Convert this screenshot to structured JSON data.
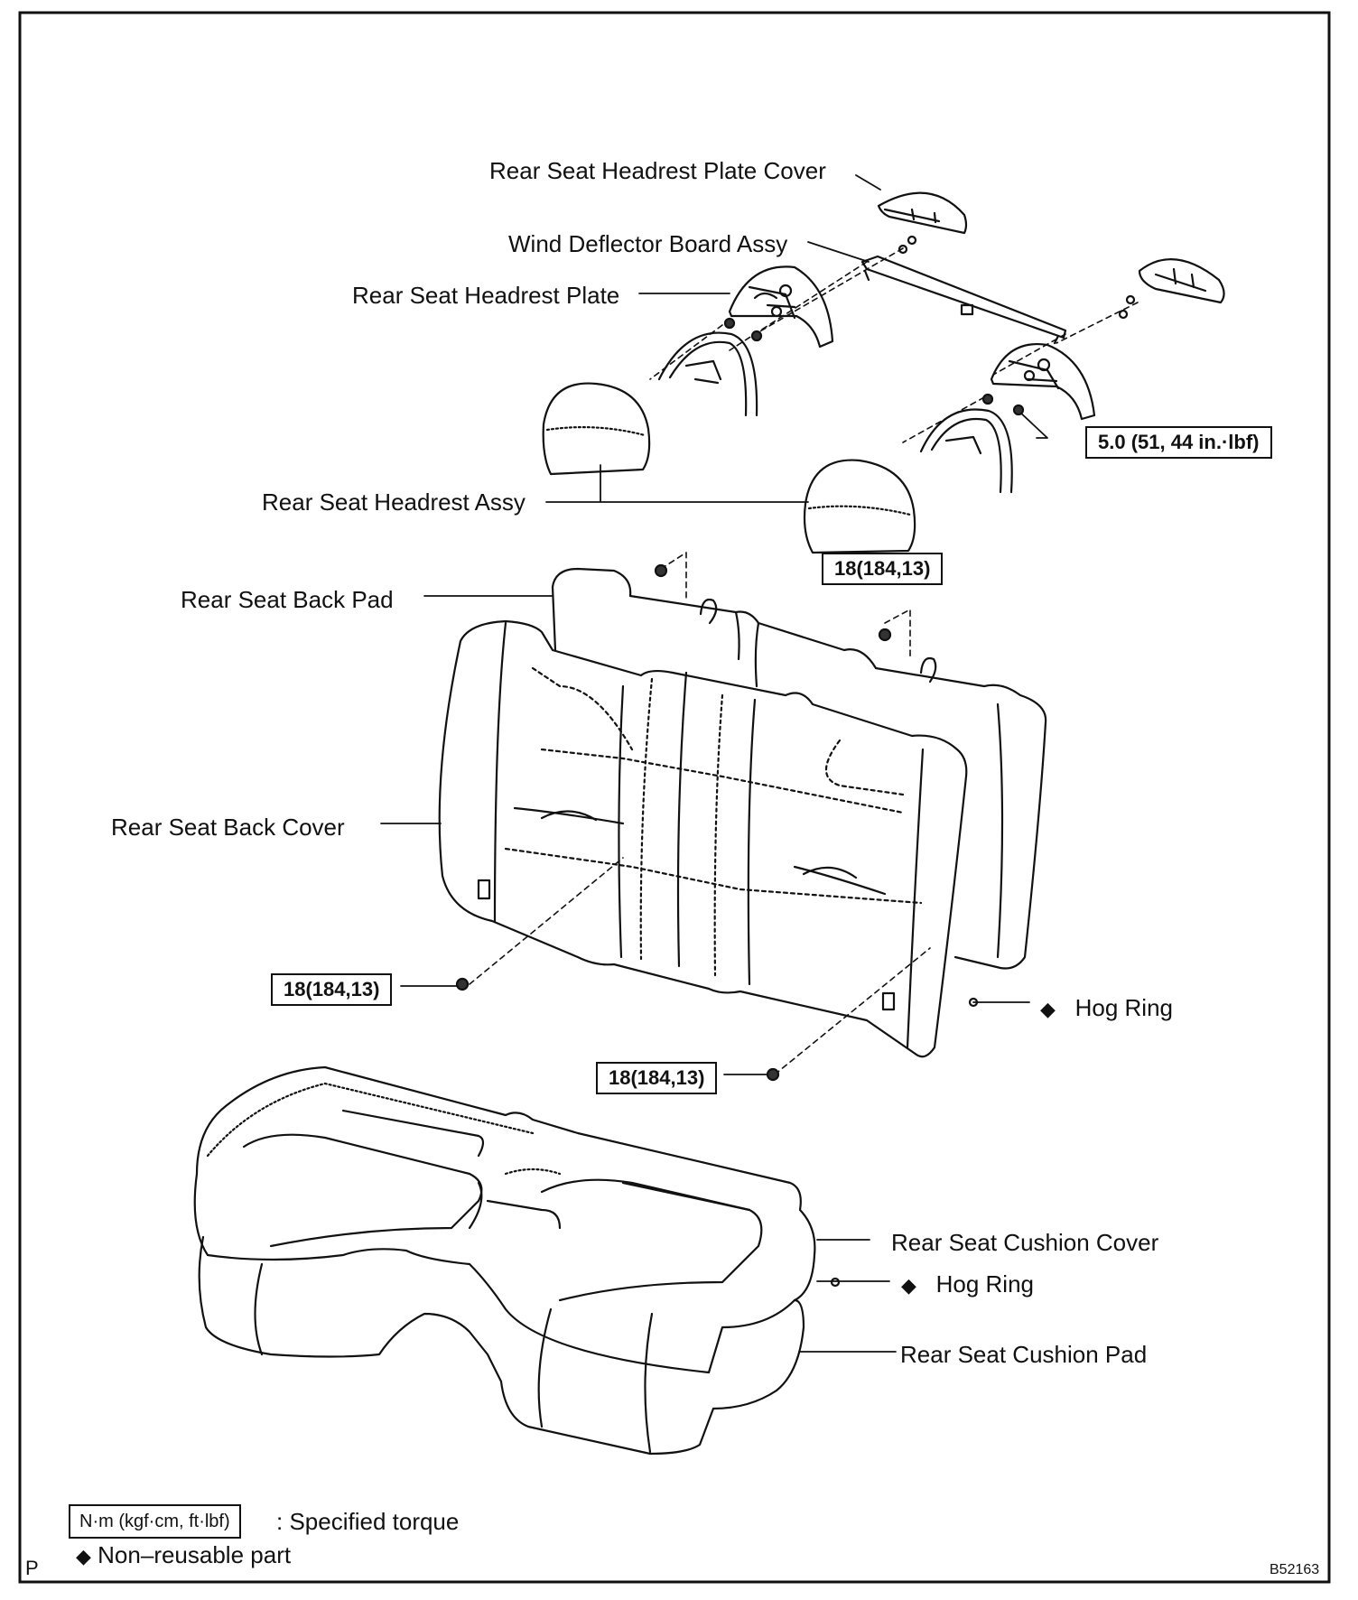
{
  "labels": {
    "headrest_plate_cover": "Rear Seat Headrest Plate Cover",
    "wind_deflector": "Wind Deflector Board Assy",
    "headrest_plate": "Rear Seat Headrest Plate",
    "headrest_assy": "Rear Seat Headrest Assy",
    "back_pad": "Rear Seat Back Pad",
    "back_cover": "Rear Seat Back Cover",
    "hog_ring_1": "Hog Ring",
    "cushion_cover": "Rear Seat Cushion Cover",
    "hog_ring_2": "Hog Ring",
    "cushion_pad": "Rear Seat Cushion Pad"
  },
  "torque": {
    "headrest_nut": "5.0 (51, 44 in.·lbf)",
    "back_top": "18(184,13)",
    "back_left": "18(184,13)",
    "back_bottom": "18(184,13)"
  },
  "legend": {
    "torque_unit": "N·m (kgf·cm, ft·lbf)",
    "torque_desc": ": Specified torque",
    "diamond": "◆",
    "nonreusable": "Non–reusable part"
  },
  "corner": {
    "left": "P",
    "code": "B52163"
  }
}
